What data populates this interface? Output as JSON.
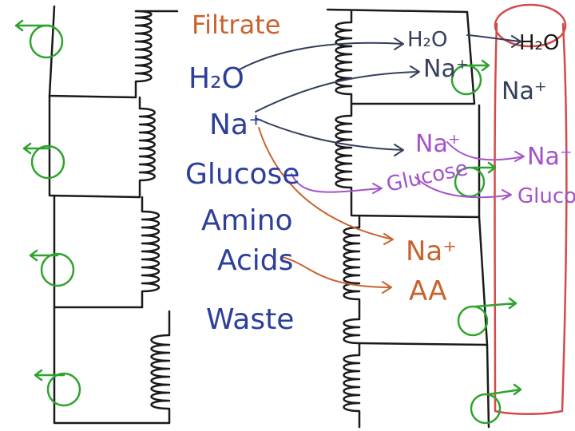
{
  "colors": {
    "ink": "#1a1a1a",
    "blue": "#2c3f9a",
    "navy": "#35405c",
    "orange": "#c8632e",
    "purple": "#a552c8",
    "green": "#2ea32e",
    "red": "#d44a4a"
  },
  "filtrate": {
    "heading": "Filtrate",
    "items": [
      "H₂O",
      "Na⁺",
      "Glucose",
      "Amino",
      "Acids",
      "Waste"
    ]
  },
  "tubule": {
    "h2o": "H₂O",
    "na_top": "Na⁺",
    "na_purple": "Na⁺",
    "glucose_purple": "Glucose",
    "na_orange": "Na⁺",
    "aa": "AA"
  },
  "capillary": {
    "h2o": "H₂O",
    "na": "Na⁺",
    "na_purple": "Na⁺",
    "glucose": "Glucose"
  }
}
